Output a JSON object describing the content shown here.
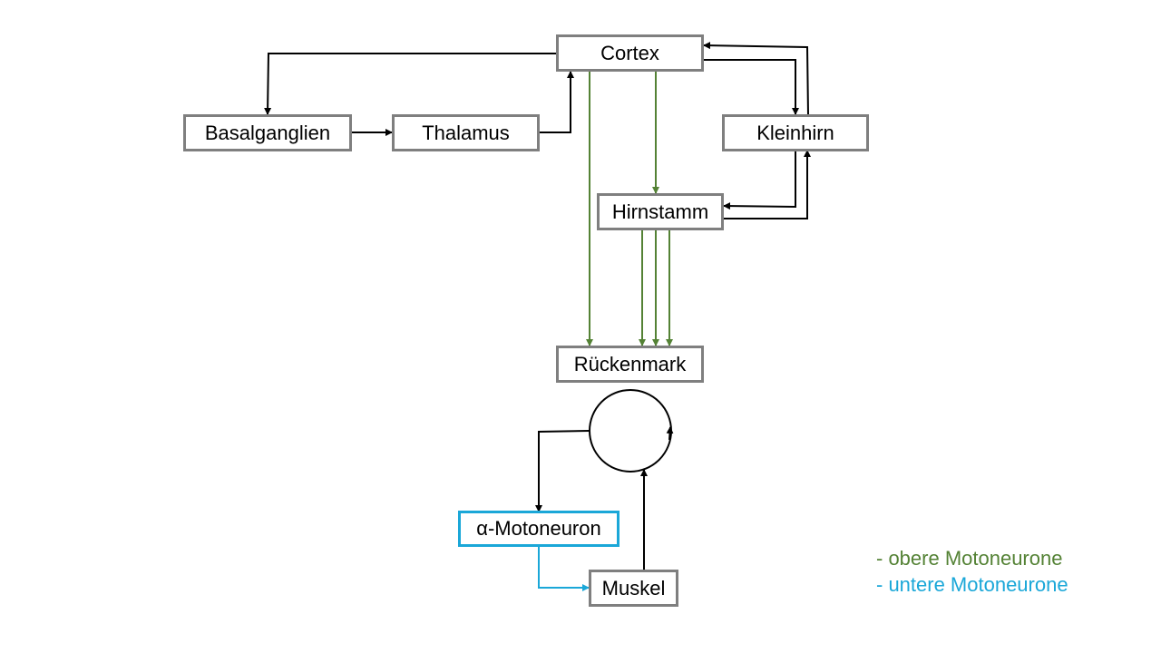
{
  "diagram": {
    "nodes": {
      "cortex": "Cortex",
      "basalganglien": "Basalganglien",
      "thalamus": "Thalamus",
      "kleinhirn": "Kleinhirn",
      "hirnstamm": "Hirnstamm",
      "rueckenmark": "Rückenmark",
      "alpha_motoneuron": "α-Motoneuron",
      "muskel": "Muskel"
    },
    "legend": {
      "obere": "- obere Motoneurone",
      "untere": "- untere Motoneurone"
    },
    "colors": {
      "box_border": "#7f7f7f",
      "arrow_black": "#000000",
      "obere_motoneurone": "#548235",
      "untere_motoneurone": "#1aa7d8"
    }
  }
}
